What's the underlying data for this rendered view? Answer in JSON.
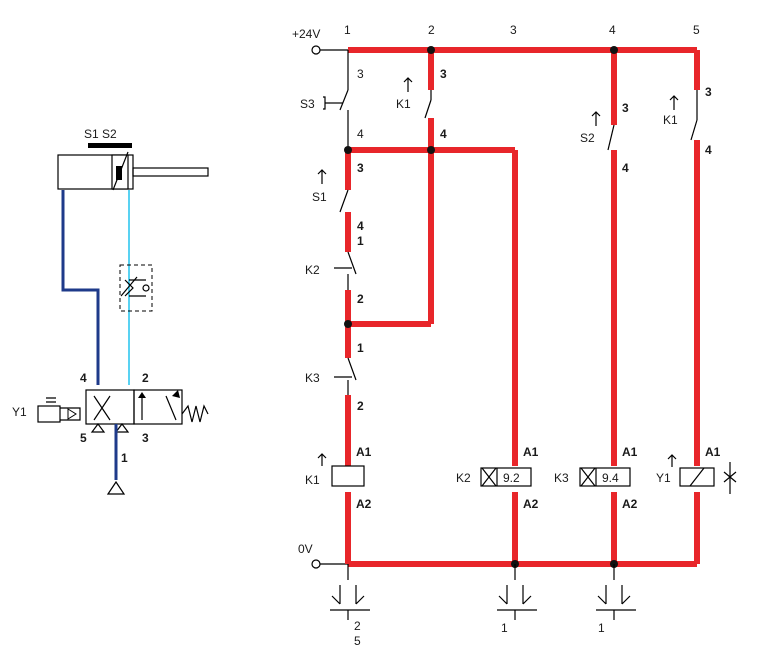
{
  "pneumatic": {
    "sensor_label": "S1 S2",
    "valve_solenoid": "Y1",
    "port_4": "4",
    "port_2": "2",
    "port_5": "5",
    "port_3": "3",
    "port_1": "1",
    "colors": {
      "air_line": "#1e3a8a",
      "exhaust_line": "#22c3ee",
      "body": "#000000"
    }
  },
  "electrical": {
    "supply_label": "+24V",
    "ground_label": "0V",
    "wire_color": "#e8262a",
    "rung_numbers": [
      "1",
      "2",
      "3",
      "4",
      "5"
    ],
    "contacts": {
      "s3": {
        "name": "S3",
        "t1": "3",
        "t2": "4"
      },
      "k1_a": {
        "name": "K1",
        "t1": "3",
        "t2": "4"
      },
      "s1": {
        "name": "S1",
        "t1": "3",
        "t2": "4"
      },
      "k2": {
        "name": "K2",
        "t1": "1",
        "t2": "2"
      },
      "k3": {
        "name": "K3",
        "t1": "1",
        "t2": "2"
      },
      "s2": {
        "name": "S2",
        "t1": "3",
        "t2": "4"
      },
      "k1_b": {
        "name": "K1",
        "t1": "3",
        "t2": "4"
      }
    },
    "coils": {
      "k1": {
        "name": "K1",
        "a1": "A1",
        "a2": "A2"
      },
      "k2": {
        "name": "K2",
        "value": "9.2",
        "a1": "A1",
        "a2": "A2"
      },
      "k3": {
        "name": "K3",
        "value": "9.4",
        "a1": "A1",
        "a2": "A2"
      },
      "y1": {
        "name": "Y1",
        "a1": "A1"
      }
    },
    "crossrefs": {
      "r1_top": "2",
      "r1_bottom": "5",
      "r3": "1",
      "r4": "1"
    }
  }
}
